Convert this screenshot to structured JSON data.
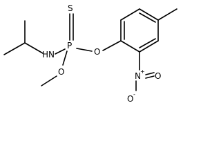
{
  "molecule": {
    "atoms": {
      "S": "S",
      "P": "P",
      "N": "N",
      "H": "H",
      "O_methoxy": "O",
      "O_aryl": "O",
      "N_nitro": "N",
      "N_nitro_charge": "+",
      "O_nitro_bottom": "O",
      "O_nitro_bottom_charge": "-",
      "O_nitro_right": "O"
    }
  }
}
